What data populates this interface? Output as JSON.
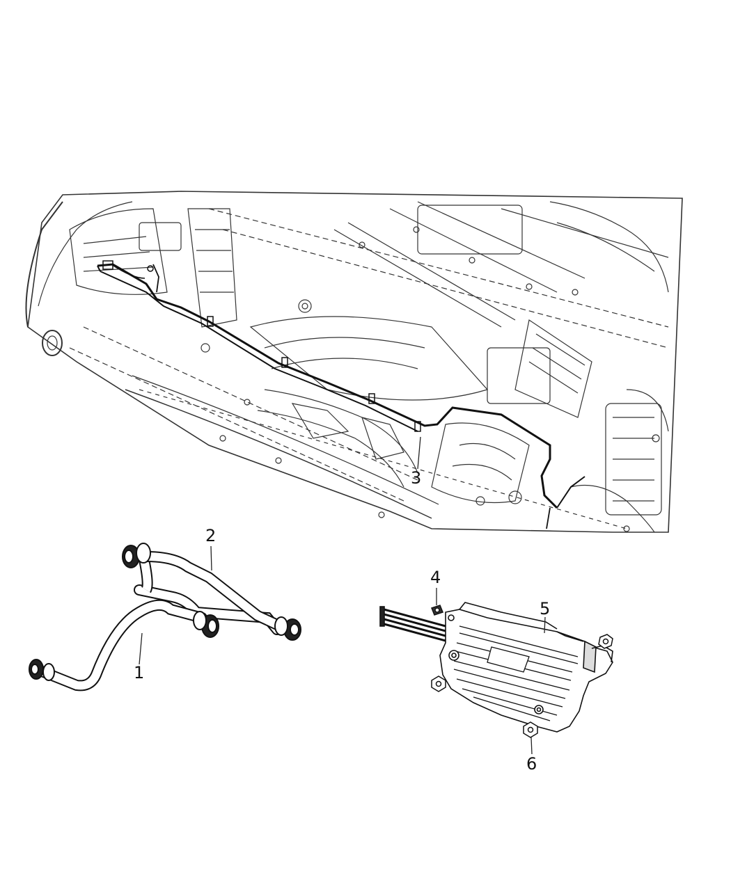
{
  "figure": {
    "colors": {
      "ink": "#111111",
      "paper": "#ffffff",
      "hatch": "#333333"
    },
    "callouts": {
      "c1": "1",
      "c2": "2",
      "c3": "3",
      "c4": "4",
      "c5": "5",
      "c6": "6"
    },
    "parts": [
      {
        "id": "1",
        "name": "hose-1"
      },
      {
        "id": "2",
        "name": "hose-2"
      },
      {
        "id": "3",
        "name": "fuel-line-harness"
      },
      {
        "id": "4",
        "name": "clip-fastener"
      },
      {
        "id": "5",
        "name": "heat-shield"
      },
      {
        "id": "6",
        "name": "nut-fastener"
      }
    ]
  }
}
